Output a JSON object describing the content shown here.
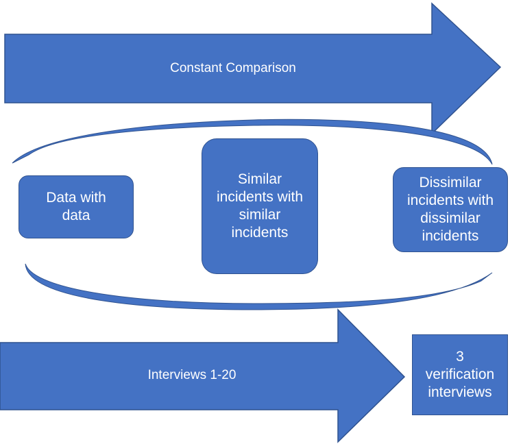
{
  "diagram": {
    "top_arrow": {
      "label": "Constant Comparison"
    },
    "bottom_arrow": {
      "label": "Interviews 1-20"
    },
    "boxes": {
      "left": "Data with data",
      "center": "Similar incidents with similar incidents",
      "right": "Dissimilar incidents with dissimilar incidents",
      "verification": "3 verification interviews"
    },
    "colors": {
      "fill": "#4472c4",
      "stroke": "#2f528f",
      "text": "#ffffff"
    }
  }
}
